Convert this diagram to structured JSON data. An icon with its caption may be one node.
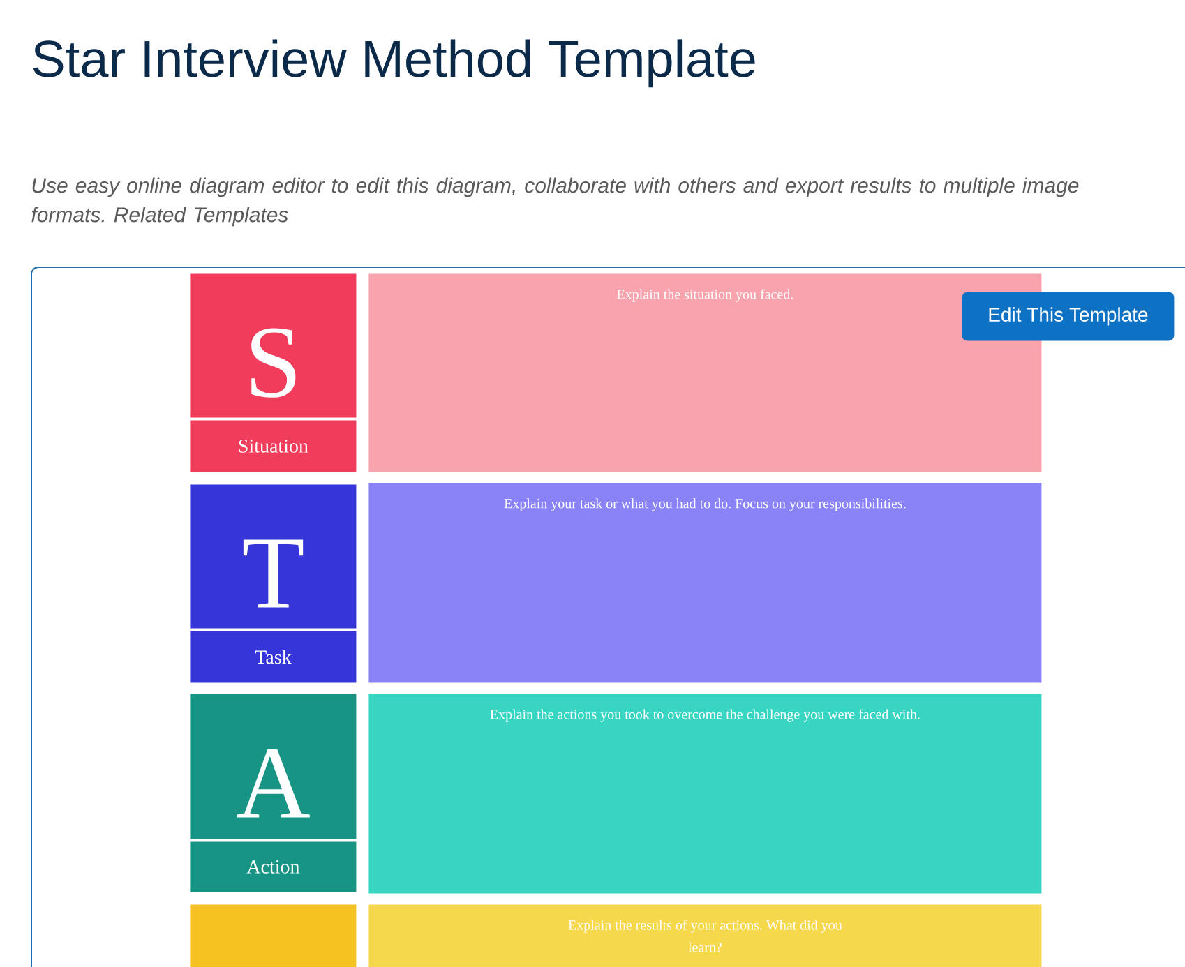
{
  "diagram": {
    "title": "Star Interview Method Template",
    "nodes": [
      {
        "text": [
          "S"
        ]
      },
      {
        "text": [
          "Situation"
        ]
      },
      {
        "text": [
          "Explain the situation you faced."
        ]
      },
      {
        "text": [
          "T"
        ]
      },
      {
        "text": [
          "Task"
        ]
      },
      {
        "text": [
          "Explain your task or what you had to do. Focus on your responsibilities."
        ]
      },
      {
        "text": [
          "A"
        ]
      },
      {
        "text": [
          "Action"
        ]
      },
      {
        "text": [
          "Explain the actions you took to overcome the challenge you were faced with."
        ]
      },
      {
        "text": [],
        "shape": "box"
      },
      {
        "text": [
          "Explain the results of your actions. What did you learn?"
        ]
      }
    ],
    "labels": [
      "Use easy online diagram editor to edit this diagram, collaborate with others and export results to multiple image formats. Related Templates",
      "Edit This Template"
    ]
  }
}
